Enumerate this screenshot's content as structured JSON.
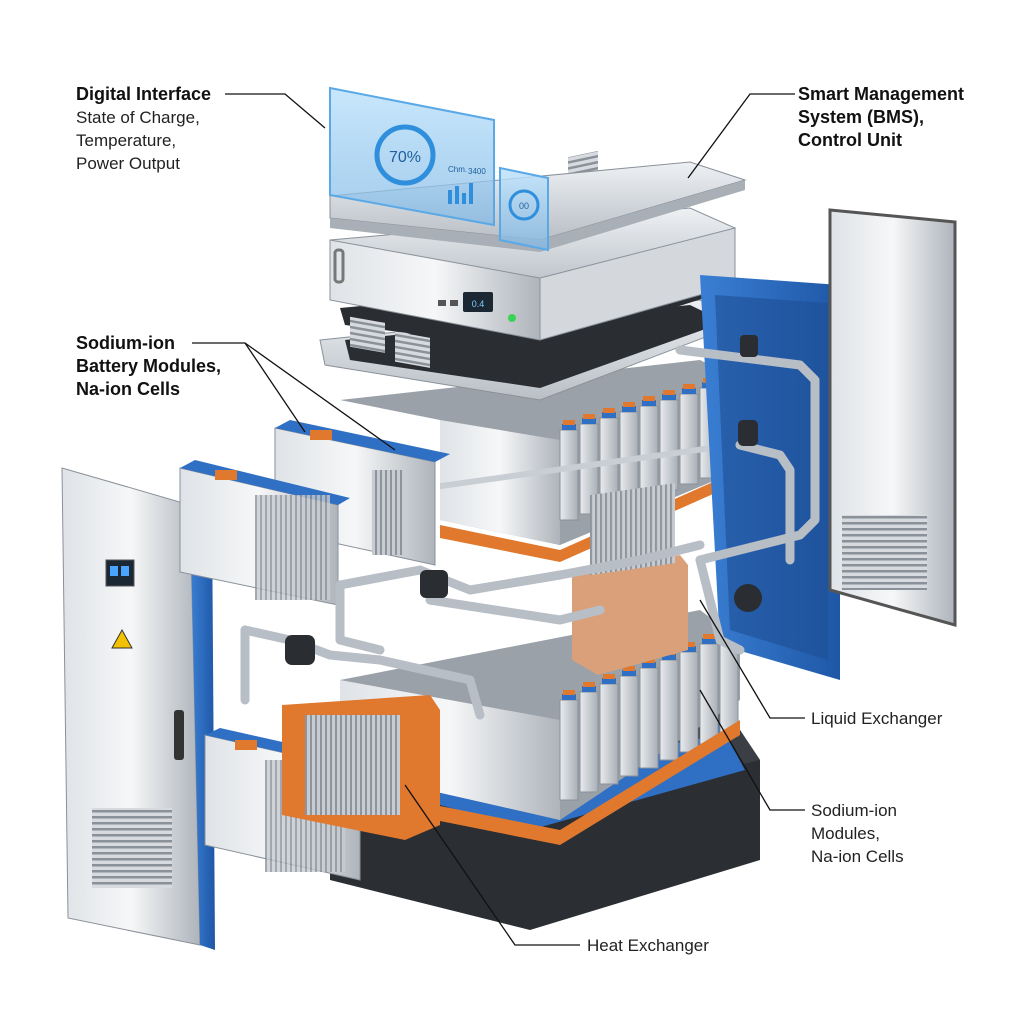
{
  "labels": {
    "digital_interface": {
      "title": "Digital Interface",
      "lines": [
        "State of Charge,",
        "Temperature,",
        "Power Output"
      ]
    },
    "smart_management": {
      "lines": [
        "Smart Management",
        "System (BMS),",
        "Control Unit"
      ]
    },
    "sodium_battery": {
      "lines": [
        "Sodium-ion",
        "Battery Modules,",
        "Na-ion Cells"
      ]
    },
    "liquid_exchanger": {
      "title": "Liquid Exchanger"
    },
    "sodium_modules": {
      "lines": [
        "Sodium-ion",
        "Modules,",
        "Na-ion Cells"
      ]
    },
    "heat_exchanger": {
      "title": "Heat Exchanger"
    }
  },
  "display": {
    "percent": "70%",
    "info_a": "Chm.",
    "info_b": "3400",
    "ring_value": "00",
    "front_panel_readout": "0.4"
  },
  "colors": {
    "blue": "#2f6fc4",
    "orange": "#e0782e",
    "steel": "#c9ced4",
    "dark": "#2a2d31",
    "hud": "#7fc4f0"
  }
}
